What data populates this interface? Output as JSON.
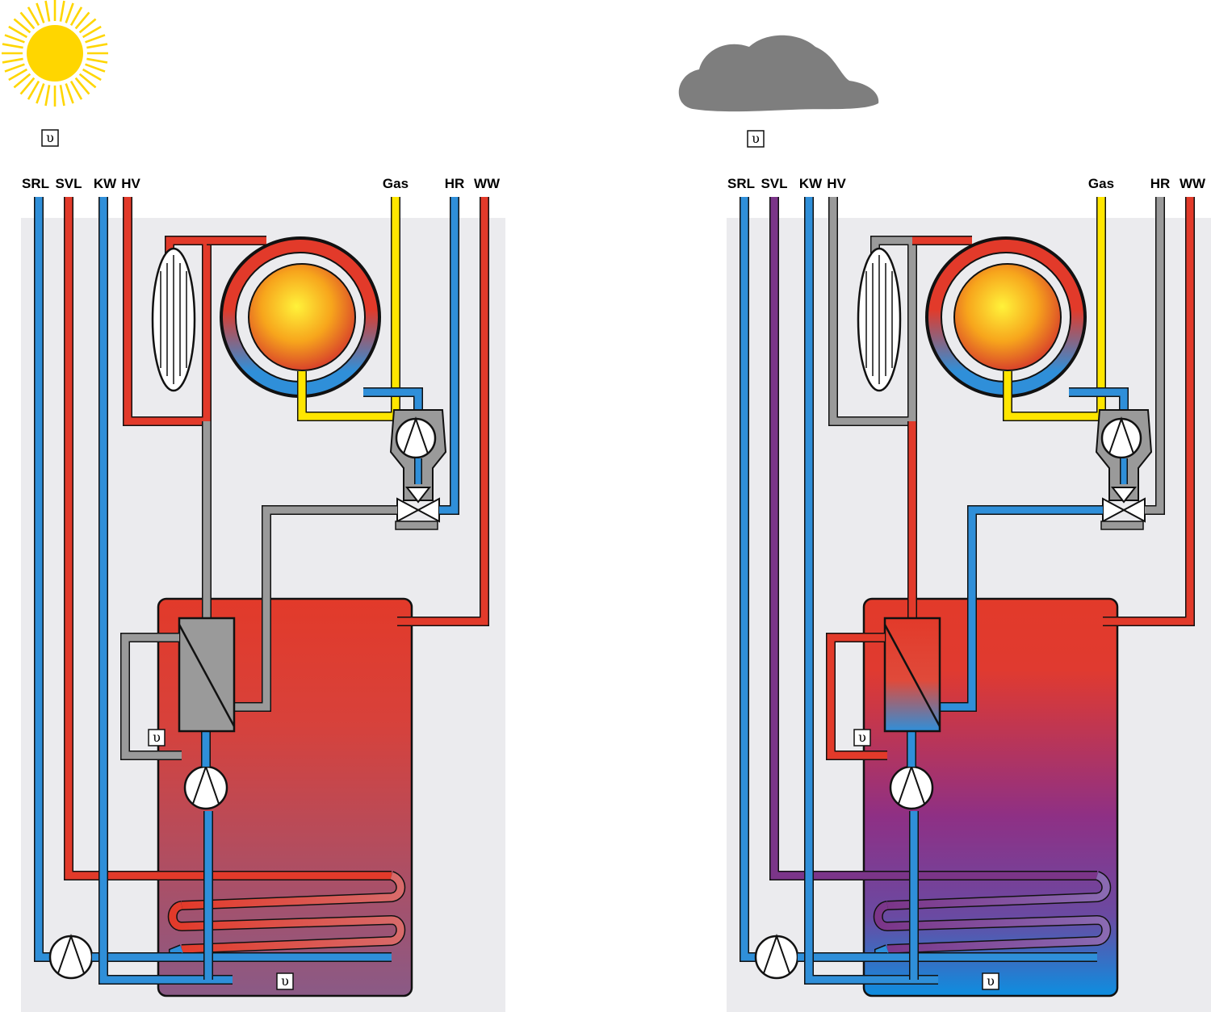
{
  "colors": {
    "hot": "#e23a2a",
    "cold": "#2f8fd9",
    "off": "#9a9a9a",
    "gas": "#ffe600",
    "mid": "#7b3589",
    "sun": "#ffd600",
    "cloud": "#7e7e7e",
    "housing": "#ebebee",
    "outline": "#111111"
  },
  "icons": {
    "sun": "sun-icon",
    "cloud": "cloud-icon",
    "pump": "circulation-pump-icon",
    "valve": "three-way-valve-icon",
    "sensor": "temperature-sensor-icon",
    "burner": "burner-flame-icon"
  },
  "sensor_symbol": "υ",
  "panels": [
    {
      "id": "sunny",
      "weather": "sun",
      "labels": {
        "srl": "SRL",
        "svl": "SVL",
        "kw": "KW",
        "hv": "HV",
        "gas": "Gas",
        "hr": "HR",
        "ww": "WW"
      }
    },
    {
      "id": "cloudy",
      "weather": "cloud",
      "labels": {
        "srl": "SRL",
        "svl": "SVL",
        "kw": "KW",
        "hv": "HV",
        "gas": "Gas",
        "hr": "HR",
        "ww": "WW"
      }
    }
  ]
}
